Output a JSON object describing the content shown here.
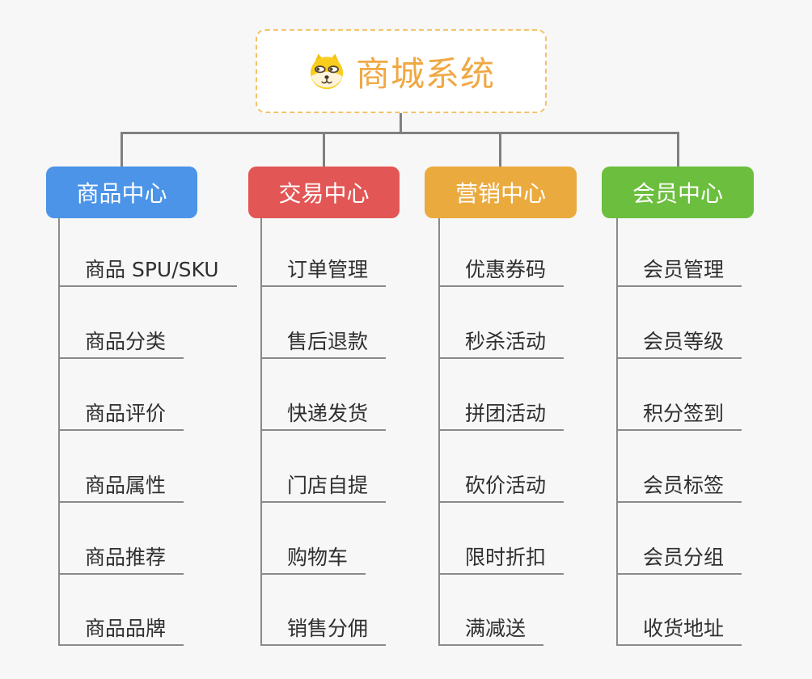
{
  "page": {
    "background_color": "#f7f7f7",
    "connector_color": "#7f7f7f",
    "leaf_line_color": "#8a8a8a",
    "leaf_text_color": "#2f2f2f"
  },
  "root": {
    "title": "商城系统",
    "icon": "dog-face-icon",
    "title_color": "#f0a843",
    "border_color": "#f3c36b",
    "background": "#ffffff"
  },
  "branches": [
    {
      "label": "商品中心",
      "color": "#4b94e8",
      "children": [
        "商品 SPU/SKU",
        "商品分类",
        "商品评价",
        "商品属性",
        "商品推荐",
        "商品品牌"
      ]
    },
    {
      "label": "交易中心",
      "color": "#e25655",
      "children": [
        "订单管理",
        "售后退款",
        "快递发货",
        "门店自提",
        "购物车",
        "销售分佣"
      ]
    },
    {
      "label": "营销中心",
      "color": "#ebaa3e",
      "children": [
        "优惠券码",
        "秒杀活动",
        "拼团活动",
        "砍价活动",
        "限时折扣",
        "满减送"
      ]
    },
    {
      "label": "会员中心",
      "color": "#6cbe3e",
      "children": [
        "会员管理",
        "会员等级",
        "积分签到",
        "会员标签",
        "会员分组",
        "收货地址"
      ]
    }
  ]
}
